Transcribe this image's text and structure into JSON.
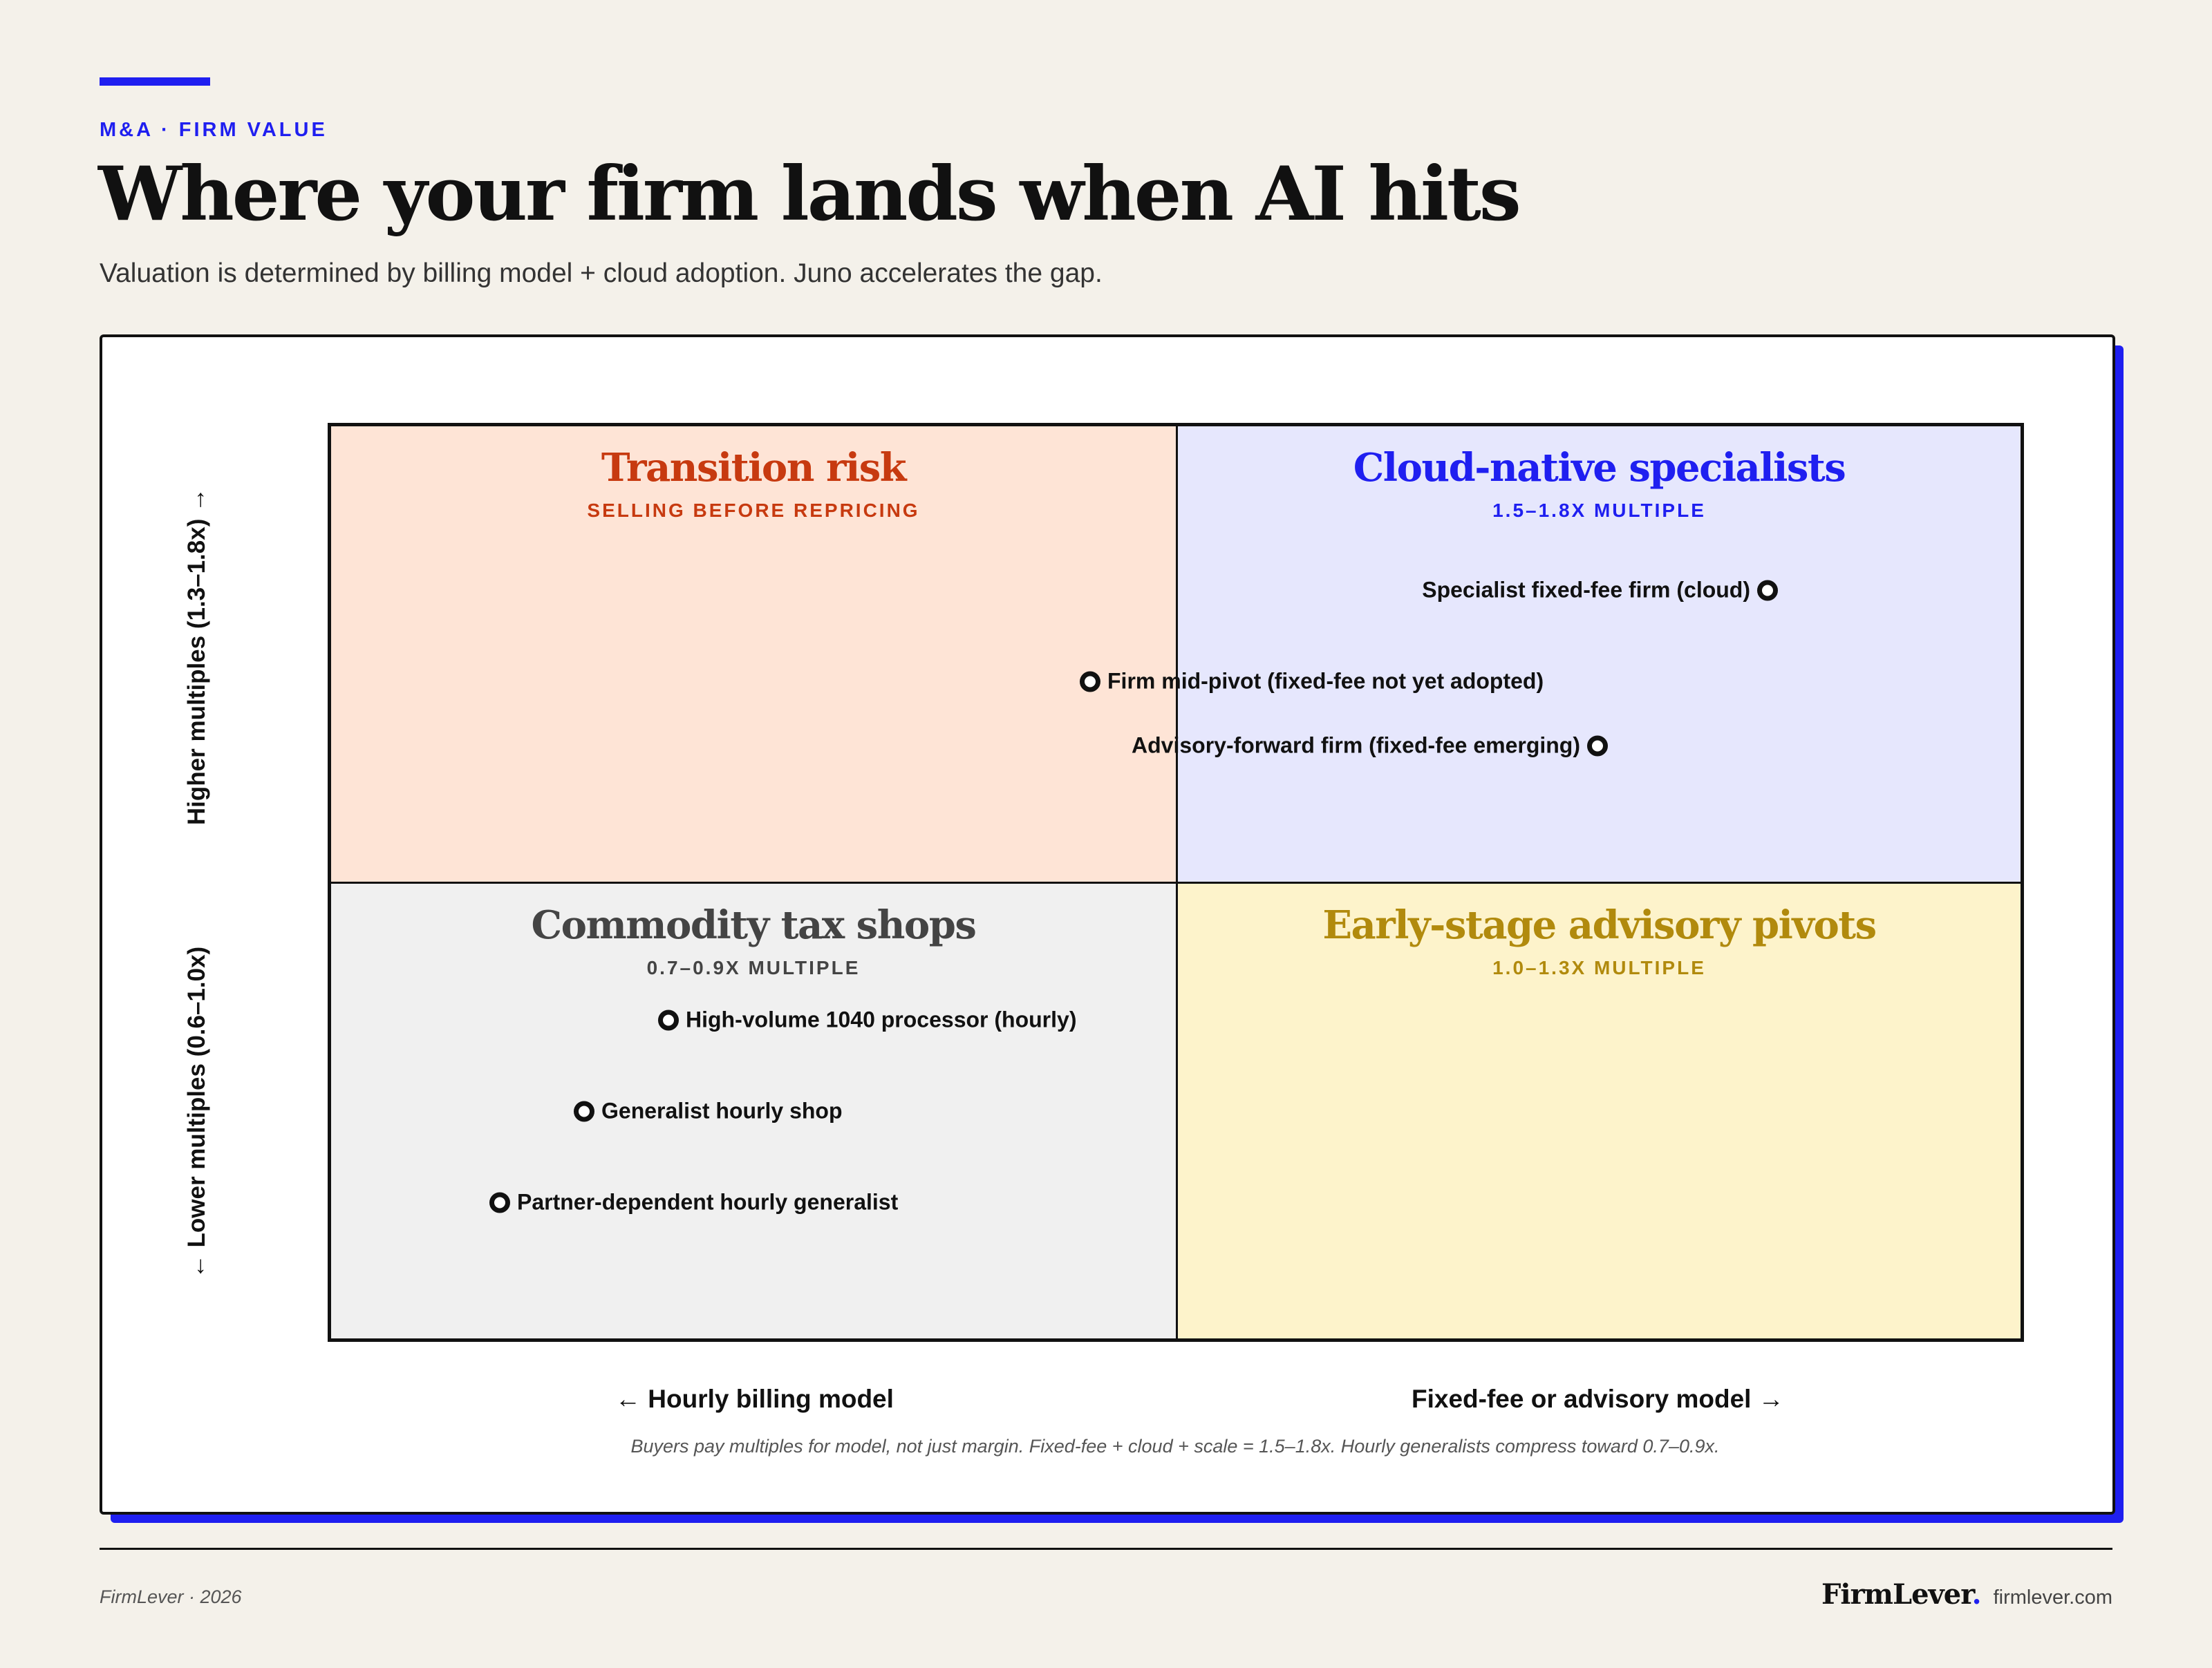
{
  "header": {
    "eyebrow": "M&A · FIRM VALUE",
    "title": "Where your firm lands when AI hits",
    "subtitle": "Valuation is determined by billing model + cloud adoption. Juno accelerates the gap."
  },
  "axes": {
    "y_high": "Higher multiples (1.3–1.8x) →",
    "y_low": "← Lower multiples (0.6–1.0x)",
    "x_left": "← Hourly billing model",
    "x_right": "Fixed-fee or advisory model →"
  },
  "quadrants": {
    "top_left": {
      "title": "Transition risk",
      "subtitle": "SELLING BEFORE REPRICING"
    },
    "top_right": {
      "title": "Cloud-native specialists",
      "subtitle": "1.5–1.8X MULTIPLE"
    },
    "bottom_left": {
      "title": "Commodity tax shops",
      "subtitle": "0.7–0.9X MULTIPLE"
    },
    "bottom_right": {
      "title": "Early-stage advisory pivots",
      "subtitle": "1.0–1.3X MULTIPLE"
    }
  },
  "points": [
    {
      "label": "Specialist fixed-fee firm (cloud)"
    },
    {
      "label": "Firm mid-pivot (fixed-fee not yet adopted)"
    },
    {
      "label": "Advisory-forward firm (fixed-fee emerging)"
    },
    {
      "label": "High-volume 1040 processor (hourly)"
    },
    {
      "label": "Generalist hourly shop"
    },
    {
      "label": "Partner-dependent hourly generalist"
    }
  ],
  "note": "Buyers pay multiples for model, not just margin. Fixed-fee + cloud + scale = 1.5–1.8x. Hourly generalists compress toward 0.7–0.9x.",
  "footer": {
    "left": "FirmLever · 2026",
    "brand": "FirmLever",
    "brand_dot": ".",
    "url": "firmlever.com"
  },
  "colors": {
    "accent": "#1f1ff0",
    "transition_risk": "#c73a10",
    "cloud_native": "#1f1ff0",
    "commodity": "#444444",
    "early_stage": "#b18a0d"
  }
}
